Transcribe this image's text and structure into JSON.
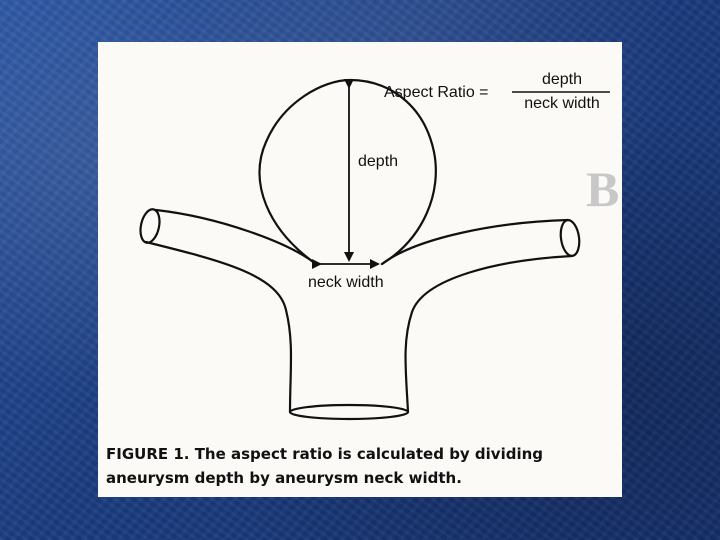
{
  "formula": {
    "lhs": "Aspect Ratio =",
    "numerator": "depth",
    "denominator": "neck width"
  },
  "labels": {
    "depth": "depth",
    "neck_width": "neck width"
  },
  "caption": "FIGURE 1. The aspect ratio is calculated by dividing aneurysm depth by aneurysm neck width.",
  "colors": {
    "background": "#1d3f82",
    "panel": "#fbfaf7",
    "ink": "#111111"
  }
}
